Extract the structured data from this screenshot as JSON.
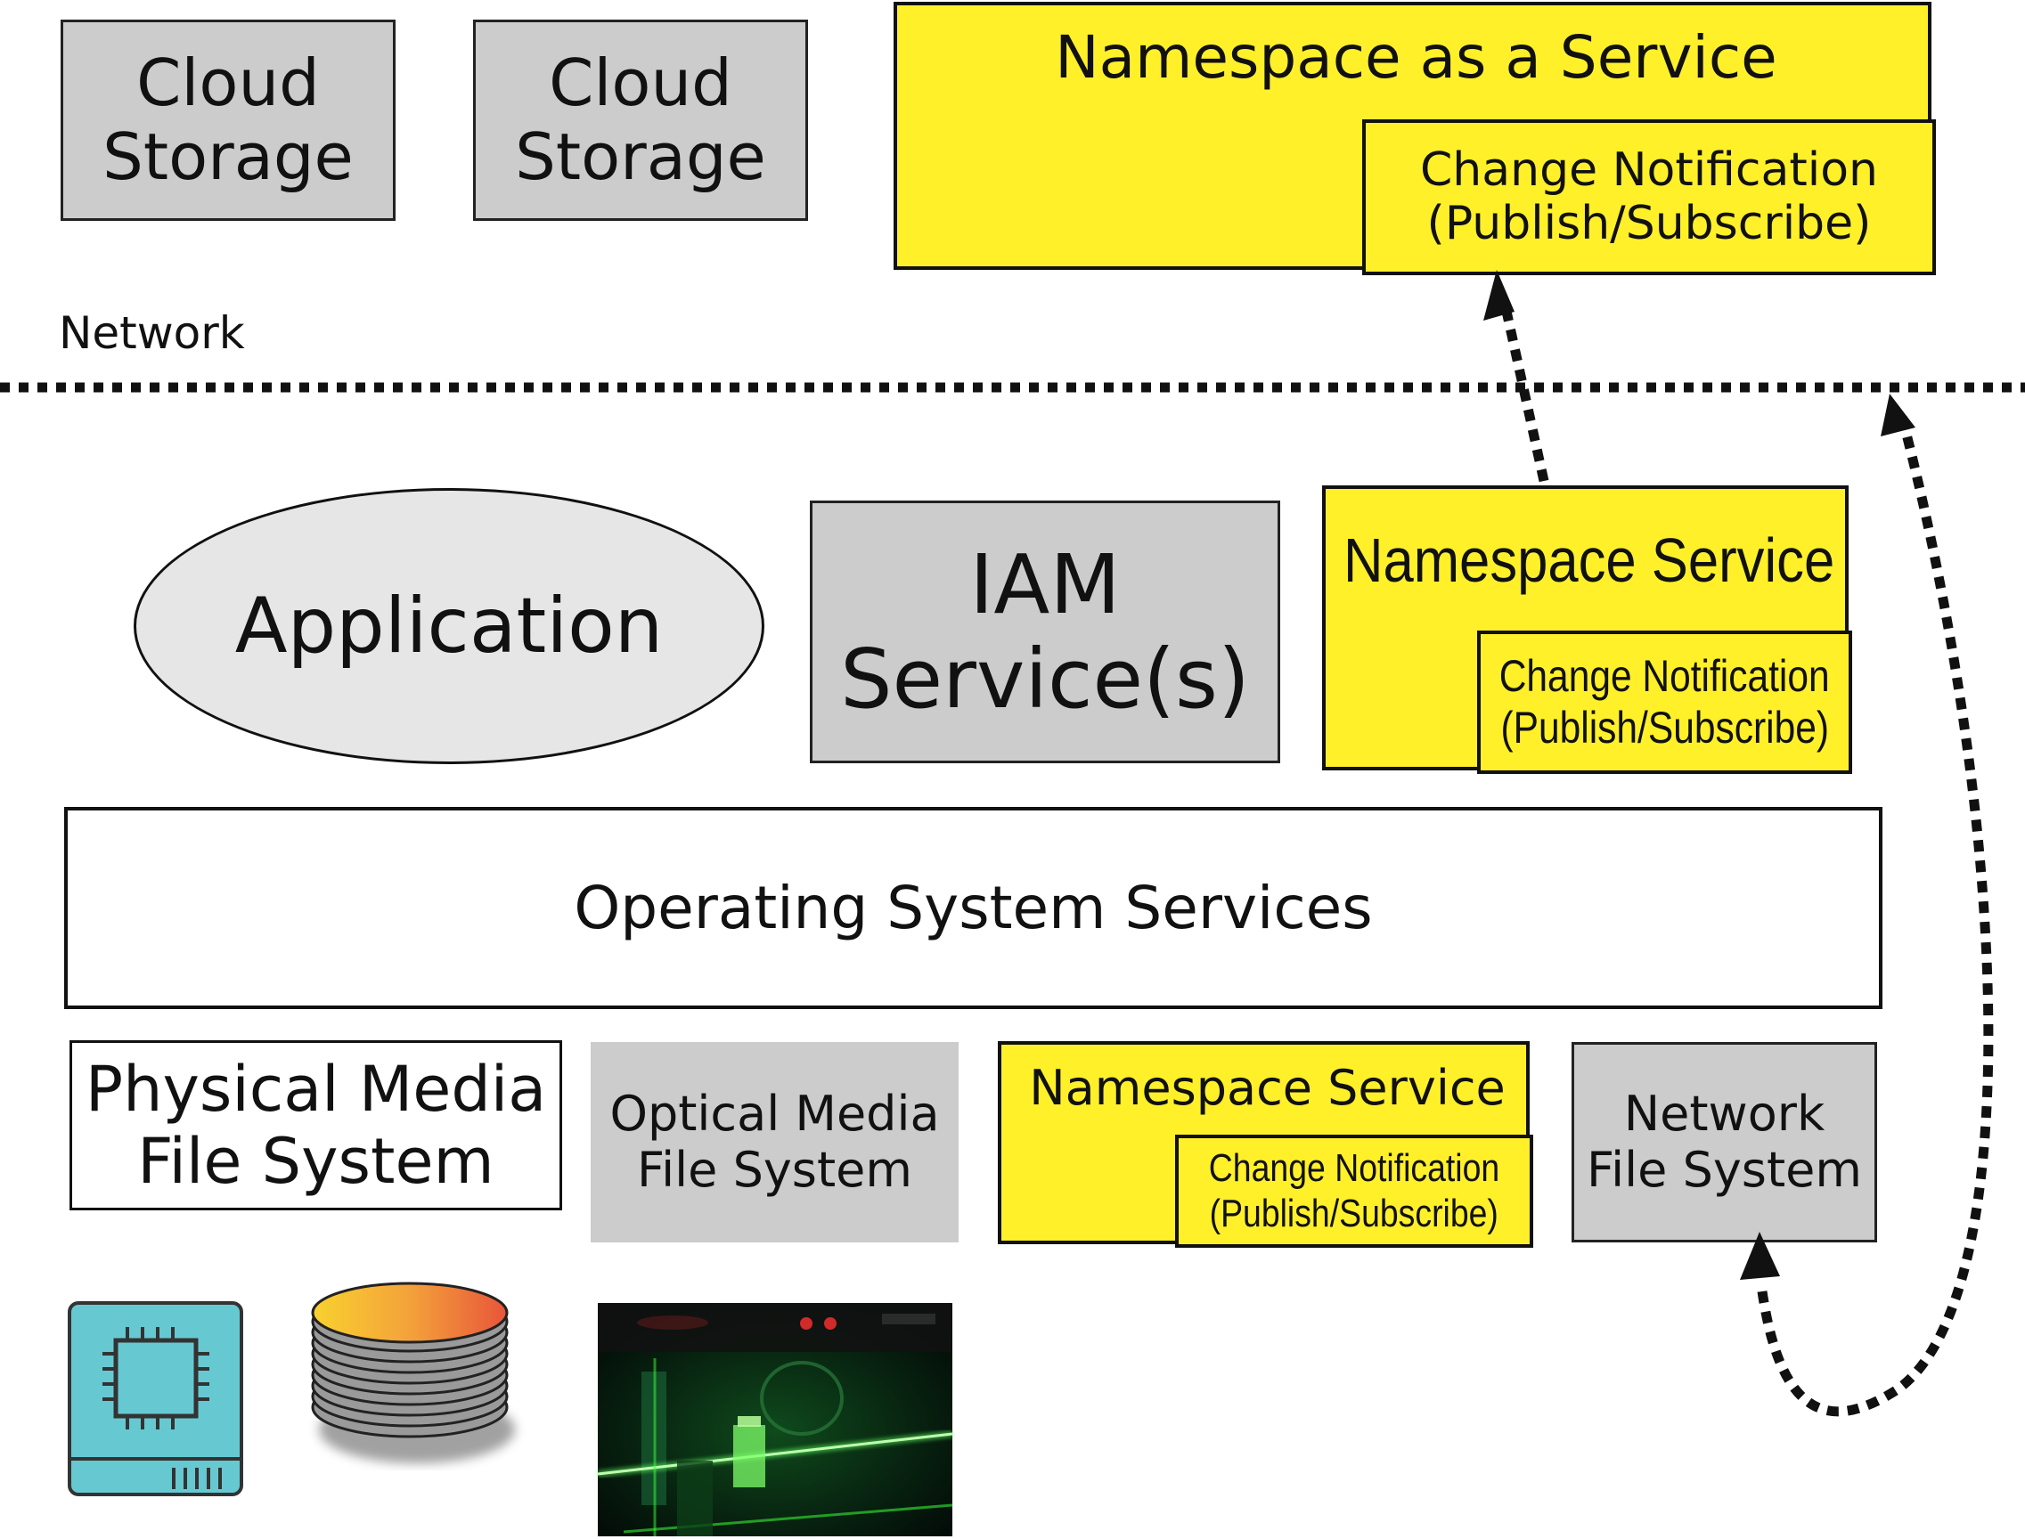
{
  "cloud_storage_1": [
    "Cloud",
    "Storage"
  ],
  "cloud_storage_2": [
    "Cloud",
    "Storage"
  ],
  "naas": {
    "title": "Namespace as a Service",
    "change_notification": [
      "Change Notification",
      "(Publish/Subscribe)"
    ]
  },
  "network_label": "Network",
  "application": "Application",
  "iam": [
    "IAM",
    "Service(s)"
  ],
  "namespace_service_mid": {
    "title": "Namespace Service",
    "change_notification": [
      "Change Notification",
      "(Publish/Subscribe)"
    ]
  },
  "os_services": "Operating System Services",
  "physical_media_fs": [
    "Physical Media",
    "File System"
  ],
  "optical_media_fs": [
    "Optical Media",
    "File System"
  ],
  "namespace_service_low": {
    "title": "Namespace Service",
    "change_notification": [
      "Change Notification",
      "(Publish/Subscribe)"
    ]
  },
  "network_fs": [
    "Network",
    "File System"
  ],
  "colors": {
    "yellow": "#fff02a",
    "gray": "#cccccc",
    "ellipse": "#e6e6e6",
    "chip_teal": "#66c9d2",
    "disk_orange": "#f3a23a"
  },
  "icons": {
    "chip": "chip-icon",
    "disk_stack": "disk-stack-icon",
    "optical_laser": "optical-laser-image"
  }
}
